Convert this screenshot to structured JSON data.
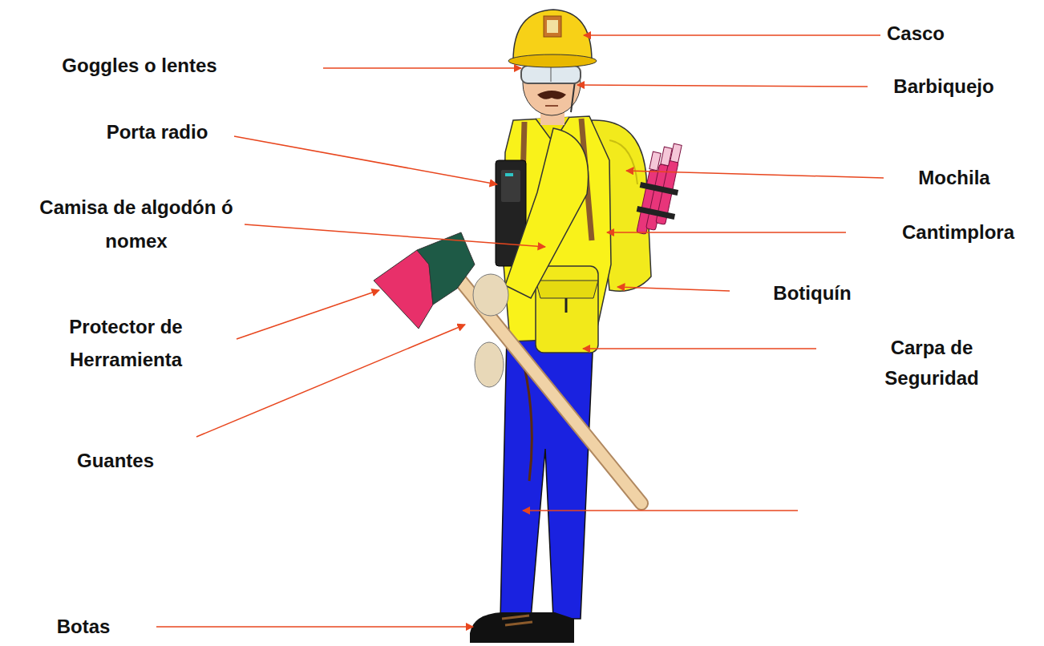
{
  "diagram": {
    "labels": [
      "Casco",
      "Goggles o lentes",
      "Barbiquejo",
      "Porta radio",
      "Mochila",
      "Camisa de algodón ó nomex",
      "Cantimplora",
      "Botiquín",
      "Protector de Herramienta",
      "Carpa de Seguridad",
      "Guantes",
      "Botas"
    ]
  }
}
